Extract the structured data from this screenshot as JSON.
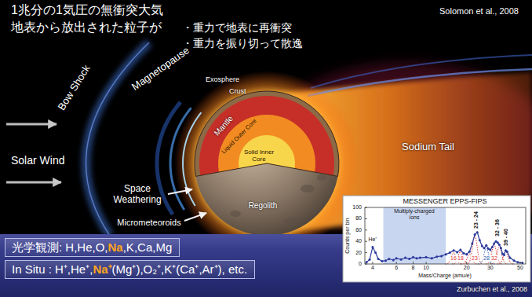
{
  "diagram": {
    "nodes": [
      {
        "text": [
          "光学観測: H,He,O,Na,K,Ca,Mg"
        ]
      },
      {
        "text": [
          "In Situ : H⁺,He⁺,Na⁺(Mg⁺),O₂⁺,K⁺(Ca⁺,Ar⁺), etc."
        ]
      }
    ],
    "labels": [
      "1兆分の1気圧の無衝突大気",
      "地表から放出された粒子が",
      "・重力で地表に再衝突",
      "・重力を振り切って散逸",
      "Solomon et al., 2008",
      "Bow Shock",
      "Magnetopause",
      "Exosphere",
      "Crust",
      "Mantle",
      "Liquid Outer Core",
      "Solid Inner Core",
      "Solar Wind",
      "Sodium Tail",
      "Space Weathering",
      "Micrometeoroids",
      "Regolith",
      "MESSENGER EPPS-FIPS",
      "Counts per bin",
      "0",
      "20",
      "40",
      "60",
      "80",
      "100",
      "4",
      "6",
      "8",
      "10",
      "20",
      "30",
      "50",
      "Mass/Charge (amu/e)",
      "He⁺",
      "Multiply-charged ions",
      "23 - 24",
      "32 - 36",
      "39 - 40",
      "16",
      "18",
      "23",
      "28",
      "32",
      "Zurbuchen et al., 2008"
    ]
  }
}
